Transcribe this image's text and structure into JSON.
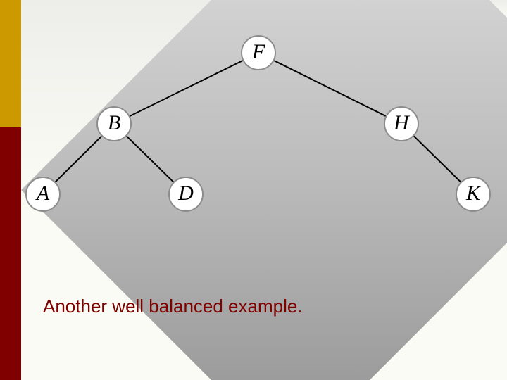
{
  "caption": "Another well balanced example.",
  "colors": {
    "bar_top": "#cc9900",
    "bar_bottom": "#800000",
    "caption": "#800000",
    "node_fill": "#ffffff",
    "node_stroke": "#8c8c8c",
    "edge": "#000000",
    "background_dark": "#bfbfbf",
    "background_light": "#fbfbf5"
  },
  "tree": {
    "nodes": [
      {
        "id": "F",
        "label": "F"
      },
      {
        "id": "B",
        "label": "B"
      },
      {
        "id": "H",
        "label": "H"
      },
      {
        "id": "A",
        "label": "A"
      },
      {
        "id": "D",
        "label": "D"
      },
      {
        "id": "K",
        "label": "K"
      }
    ],
    "edges": [
      {
        "from": "F",
        "to": "B"
      },
      {
        "from": "F",
        "to": "H"
      },
      {
        "from": "B",
        "to": "A"
      },
      {
        "from": "B",
        "to": "D"
      },
      {
        "from": "H",
        "to": "K"
      }
    ]
  }
}
